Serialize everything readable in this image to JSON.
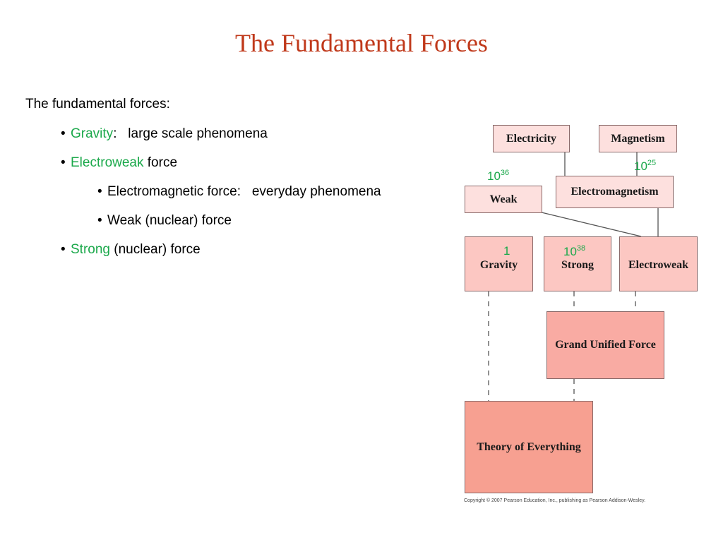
{
  "title": "The Fundamental Forces",
  "intro": "The fundamental forces:",
  "bullets": {
    "gravity": {
      "bullet": "•",
      "term": "Gravity",
      "rest": ":   large scale phenomena"
    },
    "electroweak": {
      "bullet": "•",
      "term": "Electroweak",
      "rest": " force"
    },
    "em": {
      "bullet": "•",
      "text": "Electromagnetic force:   everyday phenomena"
    },
    "weak": {
      "bullet": "•",
      "text": "Weak (nuclear) force"
    },
    "strong": {
      "bullet": "•",
      "term": "Strong",
      "rest": " (nuclear) force"
    }
  },
  "diagram": {
    "nodes": {
      "electricity": "Electricity",
      "magnetism": "Magnetism",
      "weak": "Weak",
      "electromagnetism": "Electromagnetism",
      "gravity": "Gravity",
      "strong": "Strong",
      "electroweak": "Electroweak",
      "guf": "Grand Unified Force",
      "toe": "Theory of Everything"
    },
    "strengths": {
      "weak": {
        "base": "10",
        "exp": "36"
      },
      "em": {
        "base": "10",
        "exp": "25"
      },
      "gravity": {
        "base": "1",
        "exp": ""
      },
      "strong": {
        "base": "10",
        "exp": "38"
      }
    },
    "copyright": "Copyright © 2007 Pearson Education, Inc., publishing as Pearson Addison-Wesley."
  },
  "colors": {
    "title": "#c0391b",
    "highlight": "#1aa84a",
    "level1": "#fde0de",
    "level2": "#fcc7c2",
    "level3": "#f9aba3",
    "level4": "#f7a091"
  }
}
